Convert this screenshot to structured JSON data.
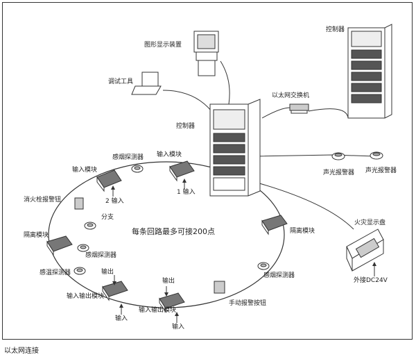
{
  "labels": {
    "graphic_display": "图形显示装置",
    "controller_top": "控制器",
    "debug_tool": "调试工具",
    "ethernet_switch": "以太网交换机",
    "controller_main": "控制器",
    "smoke_detector_top": "感烟探测器",
    "input_module_top": "输入模块",
    "input_module_left": "输入模块",
    "input_2": "2 输入",
    "input_1": "1 输入",
    "hydrant_button": "消火栓报警钮",
    "branch": "分支",
    "loop_capacity": "每条回路最多可接200点",
    "isolation_module_left": "隔离模块",
    "smoke_detector_mid": "感烟探测器",
    "heat_detector": "感温探测器",
    "output_left": "输出",
    "io_module_left": "输入输出模块",
    "input_left": "输入",
    "output_right": "输出",
    "io_module_right": "输入输出模块",
    "input_right": "输入",
    "manual_button": "手动报警按钮",
    "smoke_detector_right": "感烟探测器",
    "isolation_module_right": "隔离模块",
    "alarm_sounder_1": "声光报警器",
    "alarm_sounder_2": "声光报警器",
    "fire_display": "火灾显示盘",
    "external_power": "外接DC24V"
  },
  "caption": "以太网连接"
}
